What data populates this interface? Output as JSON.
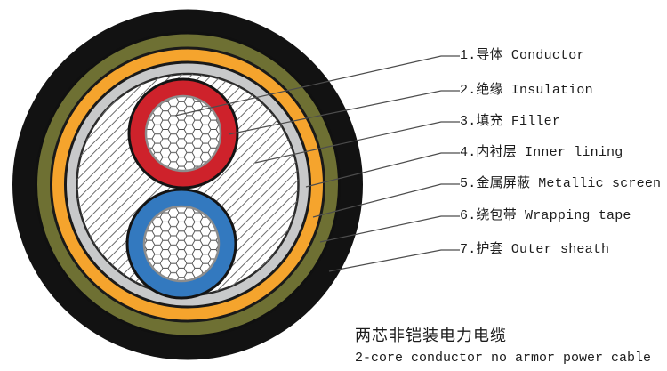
{
  "diagram": {
    "title_hint": "2-core power cable cross-section",
    "labels": [
      {
        "index": "1.",
        "zh": "导体",
        "en": "Conductor"
      },
      {
        "index": "2.",
        "zh": "绝缘",
        "en": "Insulation"
      },
      {
        "index": "3.",
        "zh": "填充",
        "en": "Filler"
      },
      {
        "index": "4.",
        "zh": "内衬层",
        "en": "Inner lining"
      },
      {
        "index": "5.",
        "zh": "金属屏蔽",
        "en": "Metallic screen"
      },
      {
        "index": "6.",
        "zh": "绕包带",
        "en": "Wrapping tape"
      },
      {
        "index": "7.",
        "zh": "护套",
        "en": "Outer sheath"
      }
    ],
    "caption": {
      "zh": "两芯非铠装电力电缆",
      "en": "2-core conductor no armor power cable"
    },
    "colors": {
      "outer_sheath": "#121212",
      "wrapping_tape": "#6E7033",
      "metallic_screen": "#F5A42D",
      "inner_lining": "#C8C9CA",
      "filler_bg": "#FFFFFF",
      "insulation_red": "#CE222B",
      "core_blue": "#3379BF",
      "leader_line": "#4D4D4D",
      "hatch_line": "#6B6B6B",
      "mesh_line": "#4A4A4A",
      "text": "#1C1C1C"
    }
  }
}
